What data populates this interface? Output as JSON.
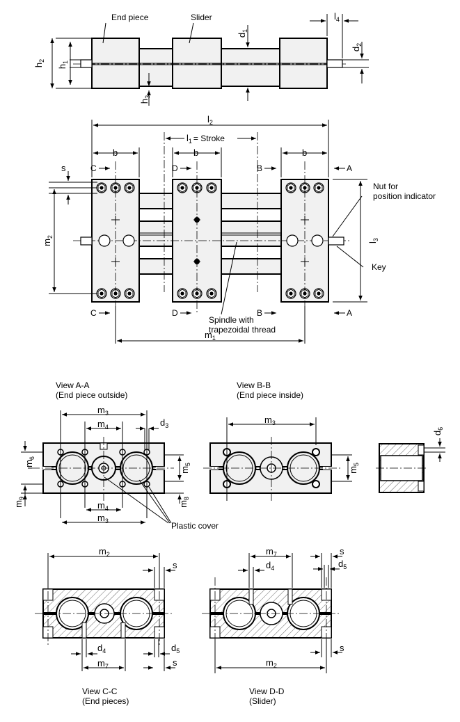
{
  "labels": {
    "end_piece": "End piece",
    "slider": "Slider",
    "stroke": "= Stroke",
    "nut_line1": "Nut for",
    "nut_line2": "position indicator",
    "key": "Key",
    "spindle_line1": "Spindle with",
    "spindle_line2": "trapezoidal thread",
    "plastic_cover": "Plastic cover"
  },
  "views": {
    "aa_title": "View A-A",
    "aa_sub": "(End piece outside)",
    "bb_title": "View B-B",
    "bb_sub": "(End piece inside)",
    "cc_title": "View C-C",
    "cc_sub": "(End pieces)",
    "dd_title": "View D-D",
    "dd_sub": "(Slider)"
  },
  "section_marks": {
    "a": "A",
    "b": "B",
    "c": "C",
    "d": "D"
  },
  "dimensions": {
    "l": "l",
    "h": "h",
    "d": "d",
    "m": "m",
    "b": "b",
    "s": "s",
    "n1": "1",
    "n2": "2",
    "n3": "3",
    "n4": "4",
    "n5": "5",
    "n6": "6",
    "n7": "7",
    "n8": "8",
    "n9": "9"
  }
}
